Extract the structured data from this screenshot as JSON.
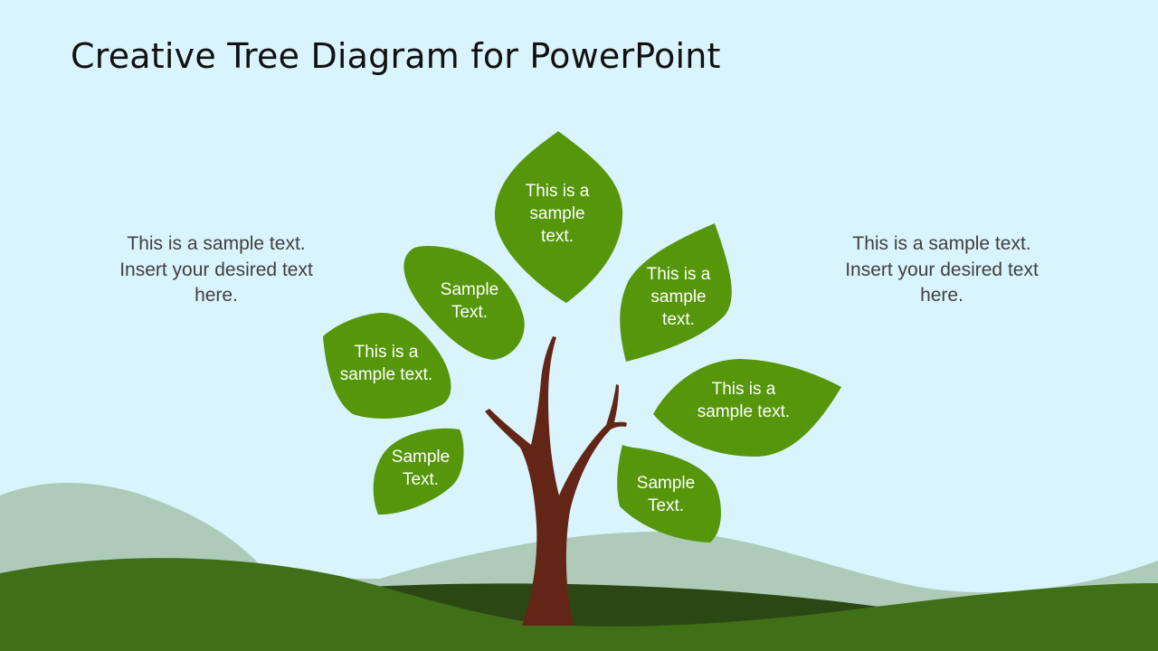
{
  "slide": {
    "title": "Creative Tree Diagram for PowerPoint",
    "background_color": "#daf4fd"
  },
  "side_texts": {
    "left": [
      "This is a sample text.",
      "Insert your desired text",
      "here."
    ],
    "right": [
      "This is a sample text.",
      "Insert your desired text",
      "here."
    ]
  },
  "leaves": {
    "top": [
      "This is a",
      "sample",
      "text."
    ],
    "upper_left": [
      "Sample",
      "Text."
    ],
    "mid_left": [
      "This is a",
      "sample text."
    ],
    "lower_left": [
      "Sample",
      "Text."
    ],
    "upper_right": [
      "This is a",
      "sample",
      "text."
    ],
    "mid_right": [
      "This is a",
      "sample text."
    ],
    "lower_right": [
      "Sample",
      "Text."
    ]
  },
  "colors": {
    "leaf": "#55960a",
    "trunk": "#632516",
    "far_hills": "#aecbb9",
    "near_hills": "#3f6f17",
    "shadow_hill": "#2b4814",
    "text": "#404040"
  }
}
